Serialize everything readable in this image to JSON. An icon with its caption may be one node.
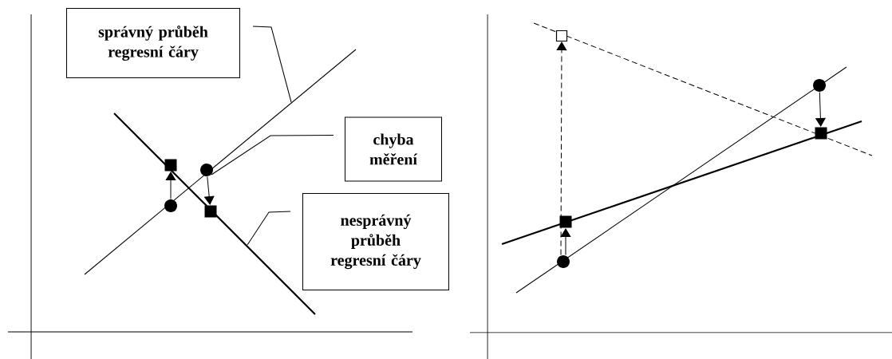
{
  "diagram": {
    "nodes": [
      {
        "text": [
          "správný průběh regresní čáry"
        ]
      },
      {
        "text": [
          "chyba měření"
        ]
      },
      {
        "text": [
          "nesprávný průběh regresní čáry"
        ]
      },
      {
        "text": [],
        "shape": "circle"
      },
      {
        "text": [],
        "shape": "box"
      },
      {
        "text": [],
        "shape": "circle"
      },
      {
        "text": [],
        "shape": "box"
      },
      {
        "text": [],
        "shape": "box"
      },
      {
        "text": [],
        "shape": "box"
      },
      {
        "text": [],
        "shape": "circle"
      },
      {
        "text": [],
        "shape": "circle"
      },
      {
        "text": [],
        "shape": "box"
      }
    ],
    "edges": [
      {
        "from": 0,
        "to": null,
        "arrow": "none"
      },
      {
        "from": 1,
        "to": 5,
        "arrow": "none"
      },
      {
        "from": 2,
        "to": null,
        "arrow": "none"
      },
      {
        "from": 3,
        "to": 4,
        "arrow": "to"
      },
      {
        "from": 5,
        "to": 6,
        "arrow": "to"
      },
      {
        "from": 9,
        "to": 8,
        "arrow": "to"
      },
      {
        "from": 9,
        "to": 7,
        "arrow": "to",
        "style": "dashed"
      },
      {
        "from": 10,
        "to": 11,
        "arrow": "to"
      }
    ]
  }
}
